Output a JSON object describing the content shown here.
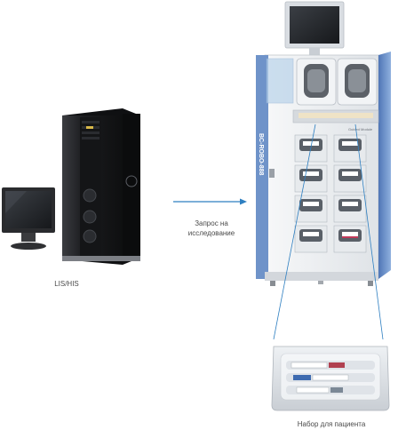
{
  "labels": {
    "lis_his": "LIS/HIS",
    "request_line1": "Запрос на",
    "request_line2": "исследование",
    "patient_kit": "Набор для пациента"
  },
  "machine": {
    "side_text": "BC-ROBO-888",
    "panel_text": "Guided Module"
  },
  "colors": {
    "arrow": "#2e7fc1",
    "machine_blue": "#6f93c9",
    "machine_white": "#eef0f2",
    "tower_dark": "#1e1f22"
  },
  "icons": [
    "monitor-icon",
    "server-tower-icon",
    "arrow-right-icon",
    "robot-machine-icon",
    "patient-kit-tray-icon"
  ]
}
